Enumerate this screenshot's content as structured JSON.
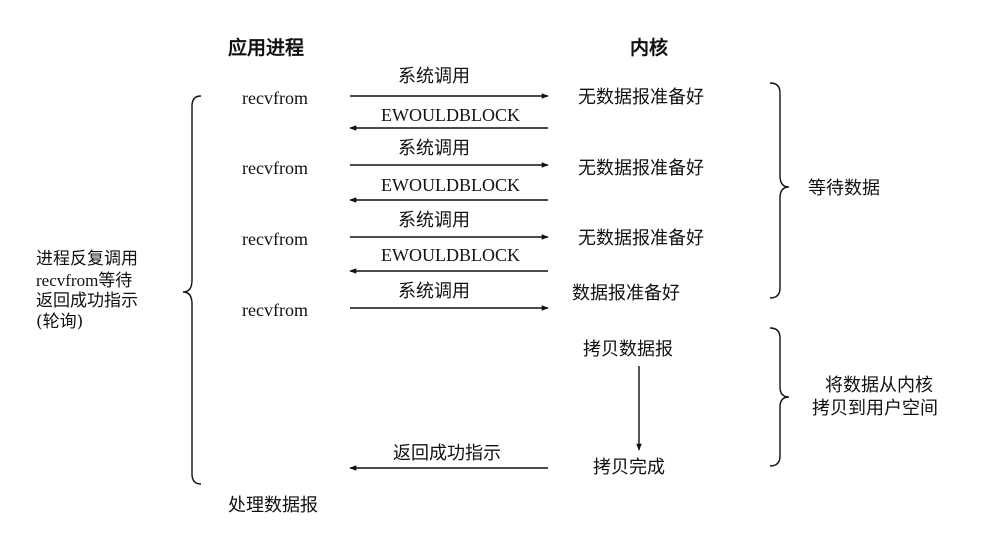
{
  "headers": {
    "app": "应用进程",
    "kernel": "内核"
  },
  "left_label": [
    "进程反复调用",
    "recvfrom等待",
    "返回成功指示",
    "(轮询)"
  ],
  "recvfrom": [
    "recvfrom",
    "recvfrom",
    "recvfrom",
    "recvfrom"
  ],
  "syscall": [
    "系统调用",
    "系统调用",
    "系统调用",
    "系统调用"
  ],
  "ewouldblock": [
    "EWOULDBLOCK",
    "EWOULDBLOCK",
    "EWOULDBLOCK"
  ],
  "kernel_states": [
    "无数据报准备好",
    "无数据报准备好",
    "无数据报准备好",
    "数据报准备好"
  ],
  "copy_start": "拷贝数据报",
  "copy_done": "拷贝完成",
  "return_success": "返回成功指示",
  "process_data": "处理数据报",
  "wait_label": "等待数据",
  "copy_label": [
    "将数据从内核",
    "拷贝到用户空间"
  ]
}
